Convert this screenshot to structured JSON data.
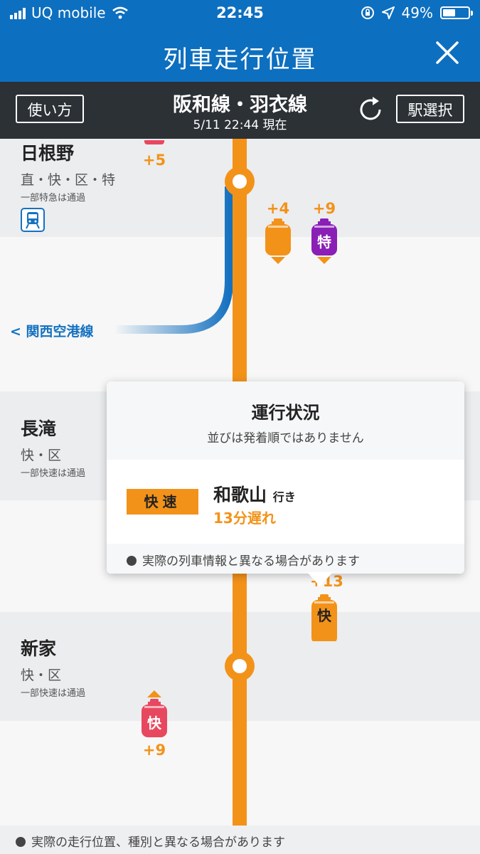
{
  "status_bar": {
    "carrier": "UQ mobile",
    "time": "22:45",
    "battery": "49%",
    "battery_level": 0.49
  },
  "header": {
    "title": "列車走行位置",
    "close_icon": "close-icon"
  },
  "subheader": {
    "howto_label": "使い方",
    "line_name": "阪和線・羽衣線",
    "timestamp": "5/11 22:44 現在",
    "station_select_label": "駅選択",
    "refresh_icon": "refresh-icon"
  },
  "stations": [
    {
      "name": "日根野",
      "types": "直・快・区・特",
      "note": "一部特急は通過",
      "icon": "train-icon"
    },
    {
      "name": "長滝",
      "types": "快・区",
      "note": "一部快速は通過"
    },
    {
      "name": "新家",
      "types": "快・区",
      "note": "一部快速は通過"
    }
  ],
  "branch_line": {
    "label": "関西空港線"
  },
  "trains": [
    {
      "delay": "+5",
      "color": "#e8485f"
    },
    {
      "delay": "+4",
      "label": "",
      "color": "#f39219"
    },
    {
      "delay": "+9",
      "label": "特",
      "color": "#8a1fb5"
    },
    {
      "delay": "+13",
      "label": "快",
      "color": "#f39219"
    },
    {
      "delay": "+9",
      "label": "快",
      "color": "#e8485f"
    }
  ],
  "popup": {
    "title": "運行状況",
    "subtitle": "並びは発着順ではありません",
    "type_label": "快速",
    "destination": "和歌山",
    "destination_suffix": "行き",
    "delay_text": "13分遅れ",
    "footer_note": "実際の列車情報と異なる場合があります"
  },
  "footer": {
    "note": "実際の走行位置、種別と異なる場合があります"
  },
  "colors": {
    "header_blue": "#0d6fc0",
    "line_orange": "#f39219",
    "branch_blue": "#1672c0",
    "dark_bar": "#2b3135"
  }
}
